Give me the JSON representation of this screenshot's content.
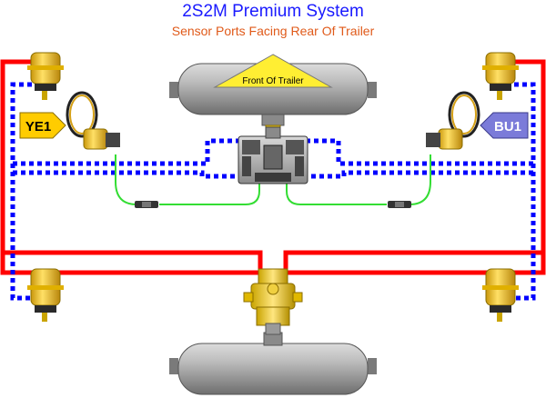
{
  "header": {
    "title": "2S2M Premium System",
    "subtitle": "Sensor Ports Facing Rear Of Trailer"
  },
  "labels": {
    "front_of_trailer": "Front Of Trailer",
    "left_sensor_tag": "YE1",
    "right_sensor_tag": "BU1"
  },
  "colors": {
    "supply_line": "#ff0000",
    "control_line": "#0000ff",
    "sensor_cable": "#33dd33",
    "tank": "#9a9a9a",
    "chamber": "#f5c518",
    "yellow_tag": "#ffcc00",
    "blue_tag": "#7b7bd9",
    "front_triangle": "#ffee33"
  }
}
